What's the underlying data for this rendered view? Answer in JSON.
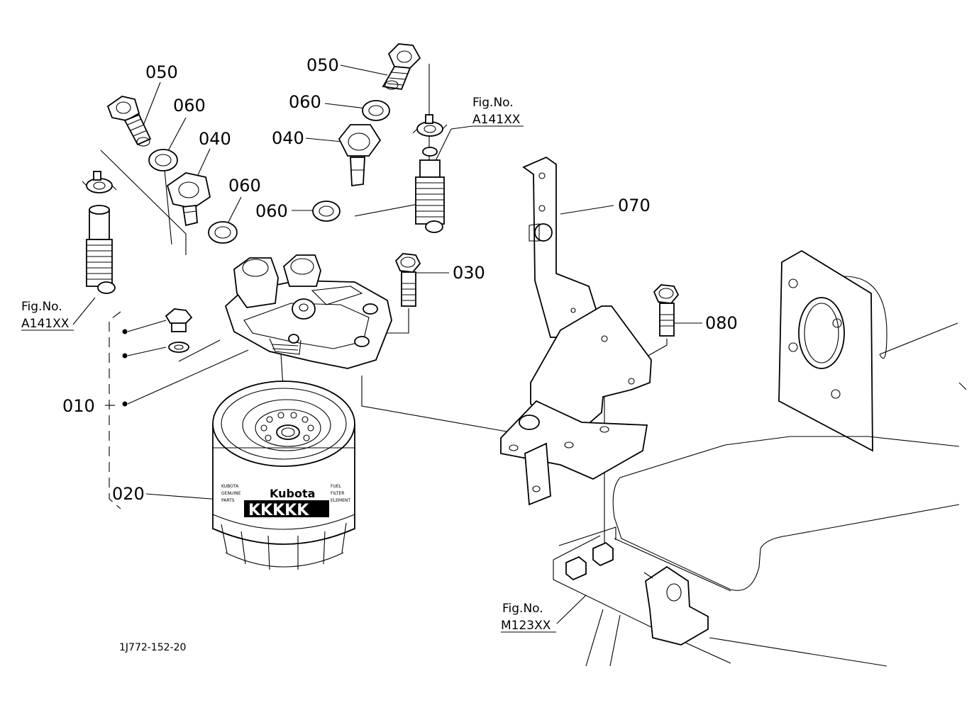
{
  "labels": {
    "p010": "010",
    "p020": "020",
    "p030": "030",
    "p040": "040",
    "p050": "050",
    "p060": "060",
    "p070": "070",
    "p080": "080"
  },
  "figrefs": {
    "caption": "Fig.No.",
    "left": "A141XX",
    "top": "A141XX",
    "bottom": "M123XX"
  },
  "filter": {
    "brand": "Kubota",
    "band": "KKKKK",
    "side_left": [
      "KUBOTA",
      "GENUINE",
      "PARTS"
    ],
    "side_right": [
      "FUEL",
      "FILTER",
      "ELEMENT"
    ]
  },
  "drawing_code": "1J772-152-20"
}
